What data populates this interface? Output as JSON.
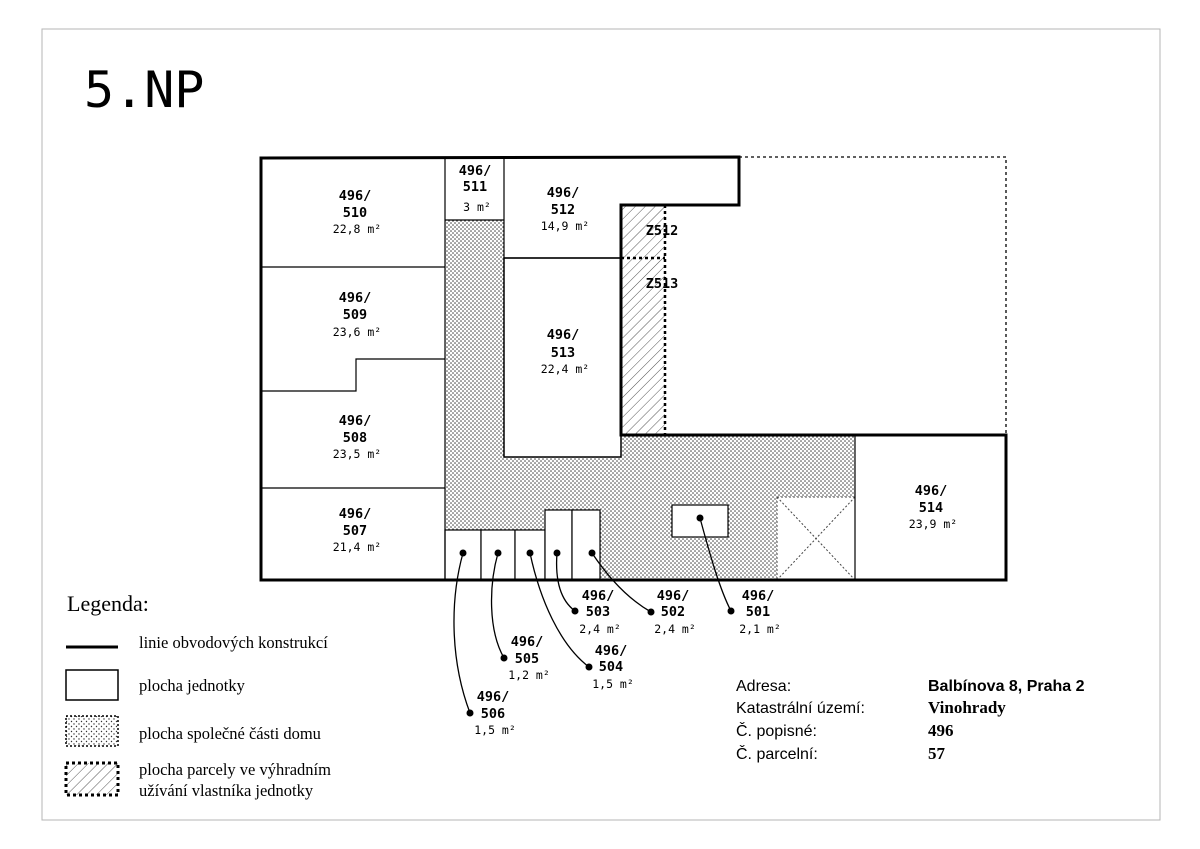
{
  "title": "5.NP",
  "units": {
    "510": {
      "line1": "496/",
      "line2": "510",
      "area": "22,8 m²"
    },
    "511": {
      "line1": "496/",
      "line2": "511",
      "area": "3 m²"
    },
    "512": {
      "line1": "496/",
      "line2": "512",
      "area": "14,9 m²"
    },
    "509": {
      "line1": "496/",
      "line2": "509",
      "area": "23,6 m²"
    },
    "513": {
      "line1": "496/",
      "line2": "513",
      "area": "22,4 m²"
    },
    "508": {
      "line1": "496/",
      "line2": "508",
      "area": "23,5 m²"
    },
    "507": {
      "line1": "496/",
      "line2": "507",
      "area": "21,4 m²"
    },
    "514": {
      "line1": "496/",
      "line2": "514",
      "area": "23,9 m²"
    },
    "503": {
      "line1": "496/",
      "line2": "503",
      "area": "2,4 m²"
    },
    "502": {
      "line1": "496/",
      "line2": "502",
      "area": "2,4 m²"
    },
    "501": {
      "line1": "496/",
      "line2": "501",
      "area": "2,1 m²"
    },
    "505": {
      "line1": "496/",
      "line2": "505",
      "area": "1,2 m²"
    },
    "504": {
      "line1": "496/",
      "line2": "504",
      "area": "1,5 m²"
    },
    "506": {
      "line1": "496/",
      "line2": "506",
      "area": "1,5 m²"
    }
  },
  "zones": {
    "z512": "Z512",
    "z513": "Z513"
  },
  "legend": {
    "title": "Legenda:",
    "items": [
      "linie obvodových konstrukcí",
      "plocha jednotky",
      "plocha společné části domu",
      "plocha parcely ve výhradním",
      "užívání vlastníka jednotky"
    ]
  },
  "info": {
    "address_label": "Adresa:",
    "address_value": "Balbínova 8, Praha 2",
    "cadastral_label": "Katastrální území:",
    "cadastral_value": "Vinohrady",
    "popisne_label": "Č. popisné:",
    "popisne_value": "496",
    "parcelni_label": "Č. parcelní:",
    "parcelni_value": "57"
  }
}
